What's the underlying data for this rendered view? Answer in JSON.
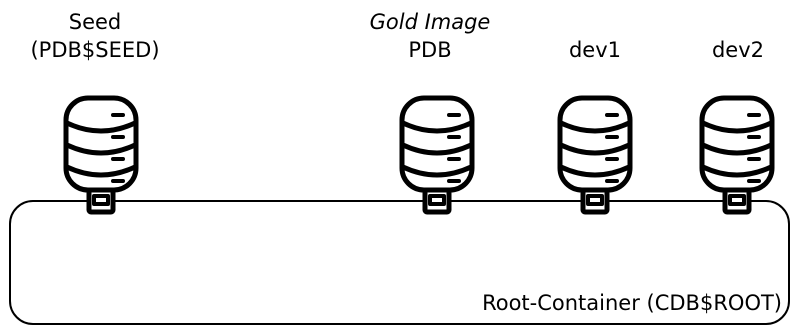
{
  "databases": [
    {
      "line1": "Seed",
      "line2": "(PDB$SEED)",
      "line1_italic": false,
      "icon": "database-icon"
    },
    {
      "line1": "Gold Image",
      "line2": "PDB",
      "line1_italic": true,
      "icon": "database-icon"
    },
    {
      "line1": "",
      "line2": "dev1",
      "line1_italic": false,
      "icon": "database-icon"
    },
    {
      "line1": "",
      "line2": "dev2",
      "line1_italic": false,
      "icon": "database-icon"
    }
  ],
  "container": {
    "label": "Root-Container (CDB$ROOT)"
  },
  "colors": {
    "stroke": "#000000",
    "background": "#ffffff"
  }
}
